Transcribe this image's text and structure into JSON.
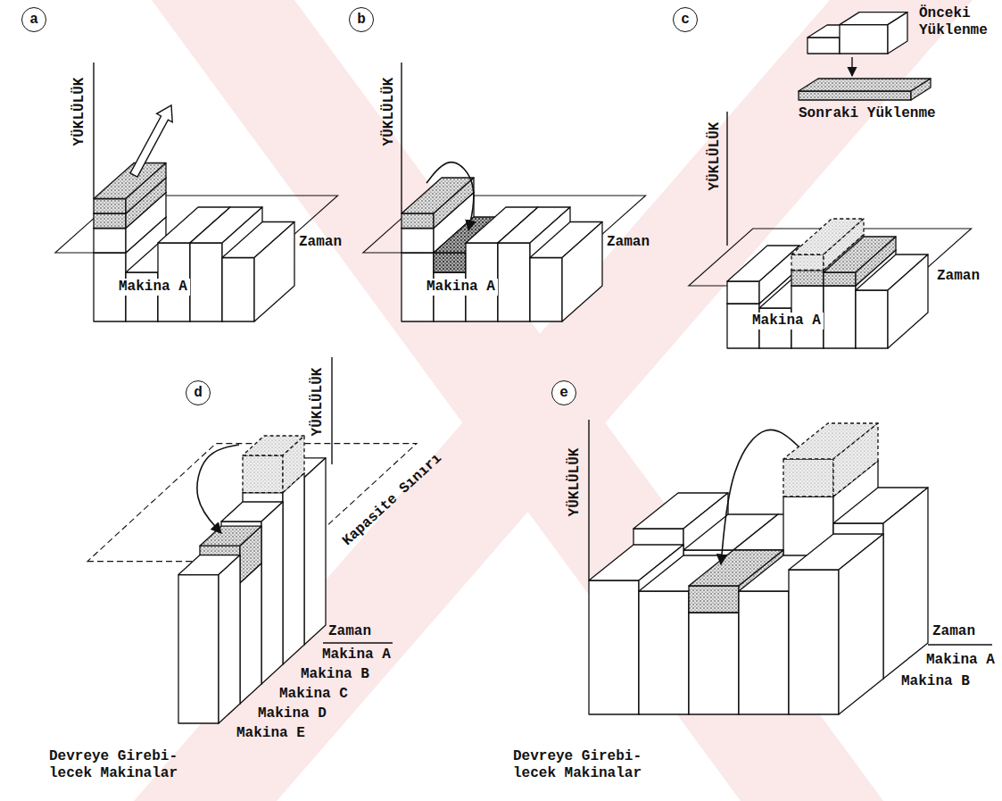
{
  "diagram": {
    "nodes": [
      {
        "text": [
          "a"
        ]
      },
      {
        "text": [
          "b"
        ]
      },
      {
        "text": [
          "c"
        ]
      },
      {
        "text": [
          "d"
        ]
      },
      {
        "text": [
          "e"
        ]
      }
    ],
    "labels": [
      "YÜKLÜLÜK",
      "Makina A",
      "Zaman",
      "YÜKLÜLÜK",
      "Makina A",
      "Zaman",
      "Önceki Yüklenme",
      "Sonraki Yüklenme",
      "YÜKLÜLÜK",
      "Makina A",
      "Zaman",
      "YÜKLÜLÜK",
      "Kapasite Sınırı",
      "Zaman",
      "Makina A",
      "Makina B",
      "Makina C",
      "Makina D",
      "Makina E",
      "Devreye Girebi- lecek Makinalar",
      "YÜKLÜLÜK",
      "Zaman",
      "Makina A",
      "Makina B",
      "Devreye Girebi- lecek Makinalar"
    ]
  }
}
